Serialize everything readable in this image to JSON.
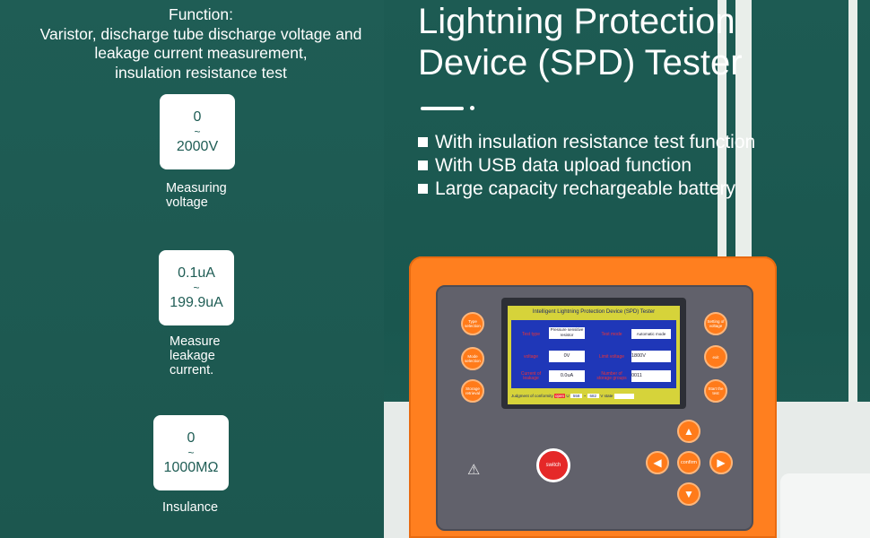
{
  "left": {
    "function_lines": [
      "Function:",
      "Varistor, discharge tube discharge voltage and",
      "leakage current measurement,",
      "insulation resistance test"
    ],
    "cards": [
      {
        "top": "0",
        "tilde": "~",
        "bottom": "2000V",
        "caption_lines": [
          "Measuring",
          "voltage"
        ]
      },
      {
        "top": "0.1uA",
        "tilde": "~",
        "bottom": "199.9uA",
        "caption_lines": [
          "Measure",
          "leakage",
          "current."
        ]
      },
      {
        "top": "0",
        "tilde": "~",
        "bottom": "1000MΩ",
        "caption_lines": [
          "Insulance"
        ]
      }
    ]
  },
  "right": {
    "title_lines": [
      "Lightning Protection",
      "Device (SPD) Tester"
    ],
    "features": [
      "With insulation resistance test function",
      "With USB data upload function",
      "Large capacity rechargeable battery"
    ]
  },
  "device": {
    "screen_title": "Intelligent  Lightning Protection  Device (SPD) Tester",
    "test_type_label": "Test type",
    "test_type_value": "Pressure sensitive resistor",
    "test_mode_label": "Test mode",
    "test_mode_value": "Automatic mode",
    "voltage_label": "voltage",
    "voltage_value": "0V",
    "limit_voltage_label": "Limit voltage",
    "limit_voltage_value": "1800V",
    "current_label": "Current of leakage",
    "current_value": "0.0uA",
    "number_label": "Number of storage groups",
    "number_value": "0011",
    "footer_judgment": "Judgment of conformity",
    "footer_open": "open",
    "footer_u": "U",
    "footer_low": "558",
    "footer_tilde": "~",
    "footer_high": "682",
    "footer_v": "V",
    "footer_state": "state",
    "left_buttons": [
      "Type selection",
      "Mode selection",
      "Storage retrieval"
    ],
    "right_buttons": [
      "Setting of voltage",
      "exit",
      "Start the test"
    ],
    "switch_label": "switch",
    "confirm_label": "confirm",
    "warning_symbol": "⚠",
    "arrow_up": "▲",
    "arrow_down": "▼",
    "arrow_left": "◀",
    "arrow_right": "▶"
  },
  "colors": {
    "background": "#1e5a52",
    "card": "#ffffff",
    "device_orange": "#ff7f1f",
    "screen_yellow": "#d6d33a",
    "screen_blue": "#1f37b8"
  }
}
